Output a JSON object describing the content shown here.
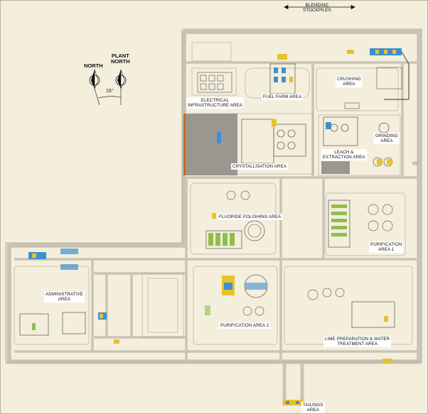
{
  "areas": {
    "blending_stockpiles": "BLENDING\nSTOCKPILES",
    "crushing": "CRUSHING\nAREA",
    "fuel_farm": "FUEL FARM AREA",
    "electrical": "ELECTRICAL\nINFRASTRUCTURE AREA",
    "grinding": "GRINDING\nAREA",
    "leach": "LEACH &\nEXTRACTION AREA",
    "crystallisation": "CRYSTALLISATION AREA",
    "fluoride": "FLUORIDE POLISHING AREA",
    "purification1": "PURIFICATION\nAREA 1",
    "administrative": "ADMINISTRATIVE\nAREA",
    "purification2": "PURIFICATION AREA 2",
    "lime": "LIME PREPARATION & WATER\nTREATMENT AREA",
    "tailings": "TAILINGS\nAREA"
  },
  "compass": {
    "north": "NORTH",
    "plant_north": "PLANT\nNORTH",
    "angle": "15°"
  },
  "colors": {
    "background": "#f4eedc",
    "road": "#c9c4b6",
    "dark_pad": "#9a9791",
    "equipment_green": "#8fbf4a",
    "equipment_yellow": "#e9c22a",
    "equipment_blue": "#3d8fd1"
  }
}
